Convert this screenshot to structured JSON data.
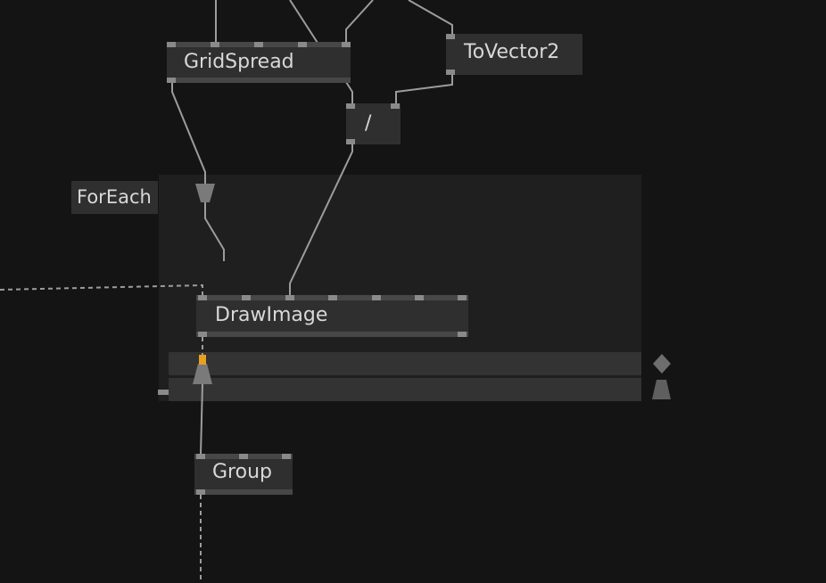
{
  "nodes": {
    "gridspread": {
      "title": "GridSpread"
    },
    "tovector2": {
      "title": "ToVector2"
    },
    "divide": {
      "title": "/"
    },
    "drawimage": {
      "title": "DrawImage"
    },
    "group": {
      "title": "Group"
    }
  },
  "foreach": {
    "title": "ForEach"
  },
  "colors": {
    "background": "#141414",
    "region": "#1f1f1f",
    "node": "#2f2f2f",
    "pin": "#8a8a8a",
    "wire": "#9c9c9c",
    "active_pin": "#e8a020"
  }
}
